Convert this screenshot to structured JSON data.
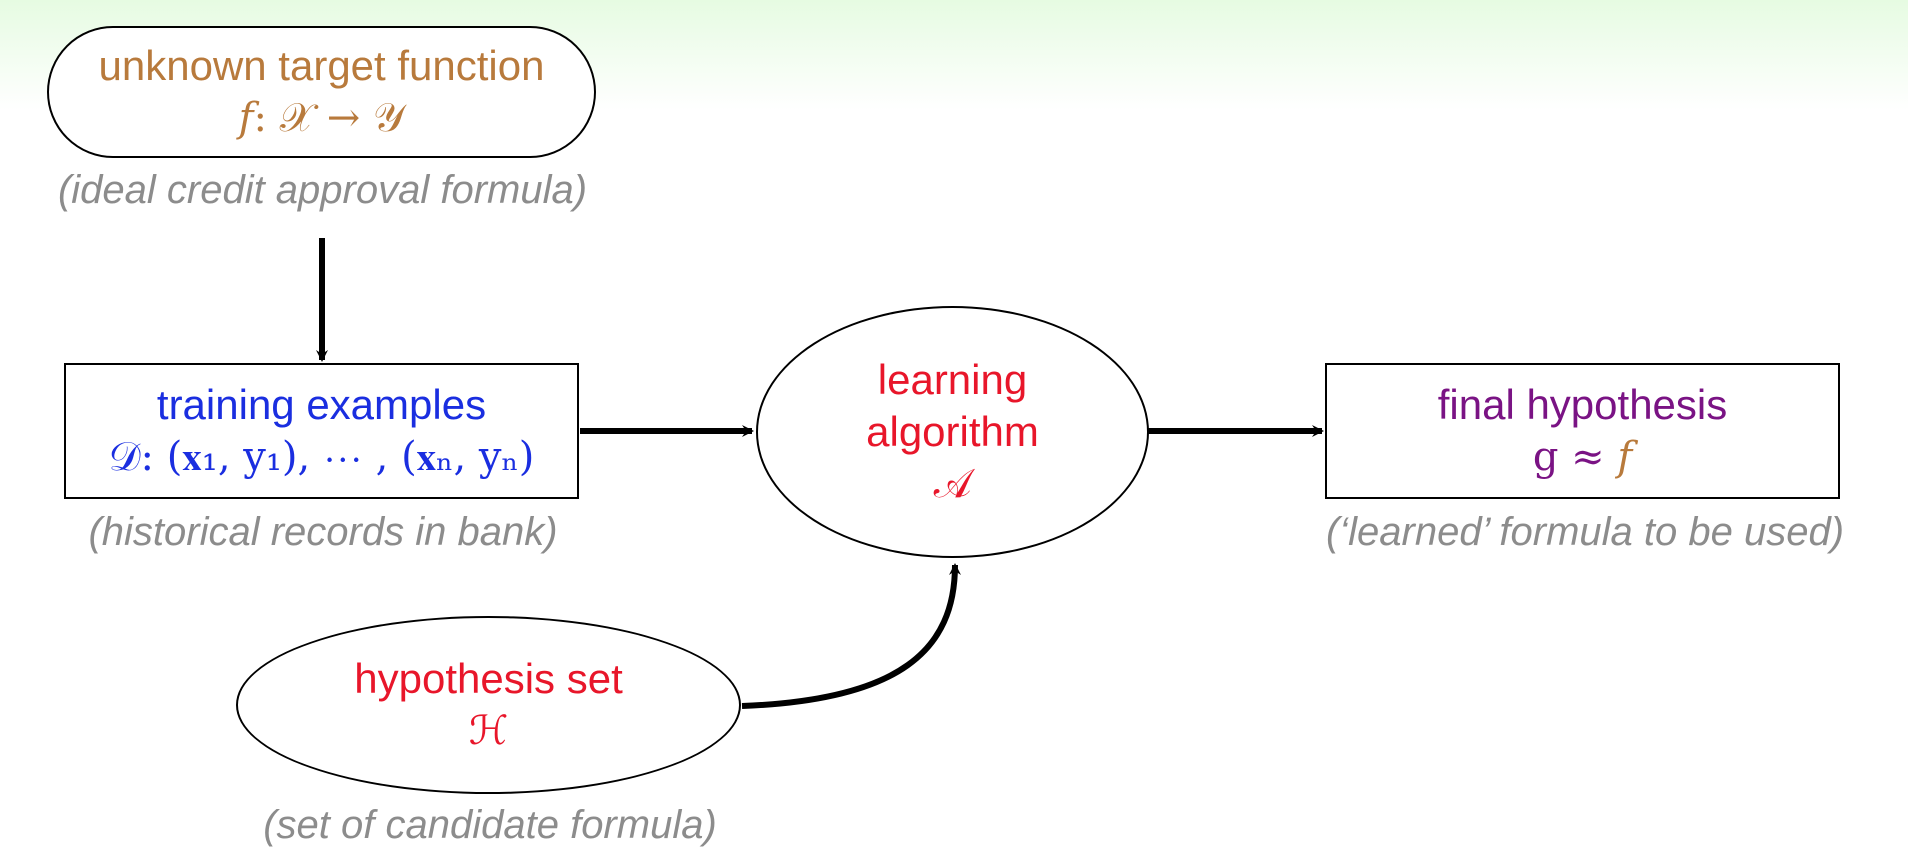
{
  "target": {
    "title": "unknown target function",
    "formula_f": "f",
    "formula_rest": ": 𝒳 → 𝒴",
    "note": "(ideal credit approval formula)"
  },
  "training": {
    "title": "training examples",
    "formula": "𝒟: (𝐱₁, y₁), ⋯ , (𝐱ₙ, yₙ)",
    "note": "(historical records in bank)"
  },
  "algorithm": {
    "line1": "learning",
    "line2": "algorithm",
    "symbol": "𝒜"
  },
  "final": {
    "title": "final hypothesis",
    "formula_g": "g ≈",
    "formula_f": "f",
    "note": "(‘learned’ formula to be used)"
  },
  "hypothesis": {
    "title": "hypothesis set",
    "symbol": "ℋ",
    "note": "(set of candidate formula)"
  }
}
